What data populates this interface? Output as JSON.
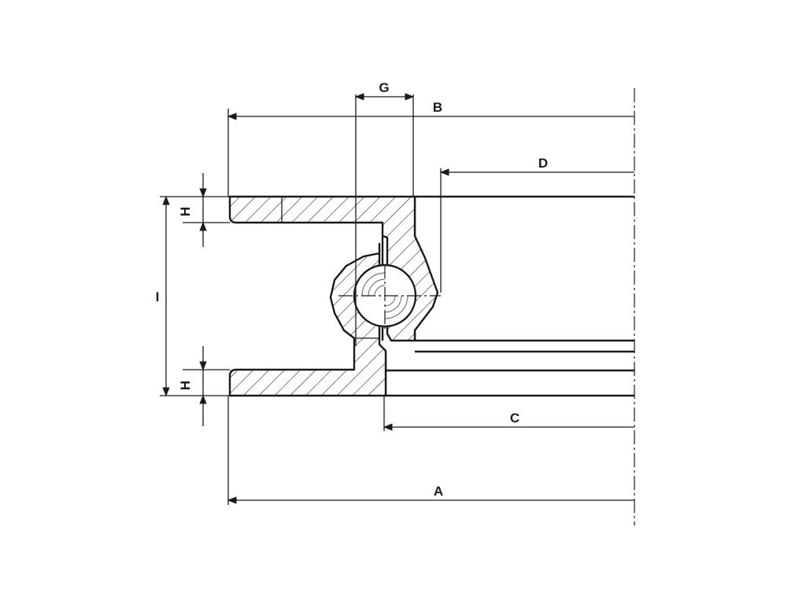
{
  "diagram": {
    "labels": {
      "A": "A",
      "B": "B",
      "C": "C",
      "D": "D",
      "G": "G",
      "H_top": "H",
      "H_bottom": "H",
      "I": "I"
    }
  }
}
